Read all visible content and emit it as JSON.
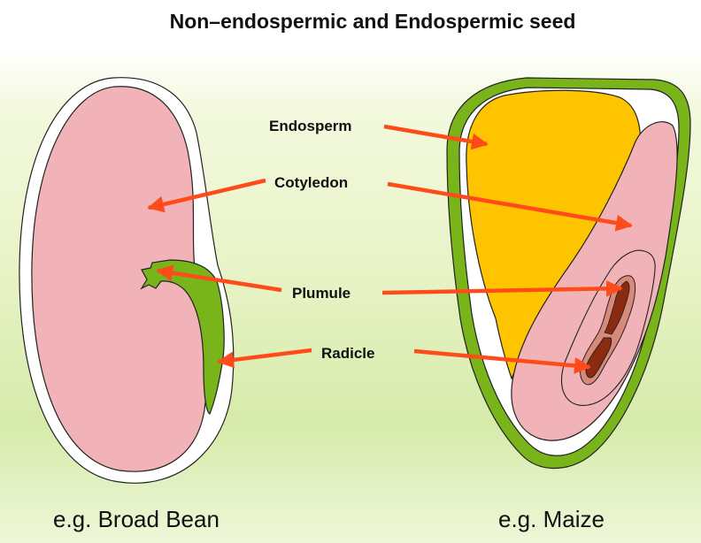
{
  "title": "Non–endospermic and Endospermic seed",
  "labels": {
    "endosperm": "Endosperm",
    "cotyledon": "Cotyledon",
    "plumule": "Plumule",
    "radicle": "Radicle"
  },
  "captions": {
    "left": "e.g. Broad Bean",
    "right": "e.g. Maize"
  },
  "colors": {
    "background_top": "#ffffff",
    "background_green": "#dff0b8",
    "cotyledon": "#f2b3b8",
    "embryo_green": "#78b41a",
    "endosperm": "#ffc400",
    "seed_coat_maize": "#78b41a",
    "plumule_maize": "#8a2a10",
    "arrow": "#ff4a1a"
  }
}
